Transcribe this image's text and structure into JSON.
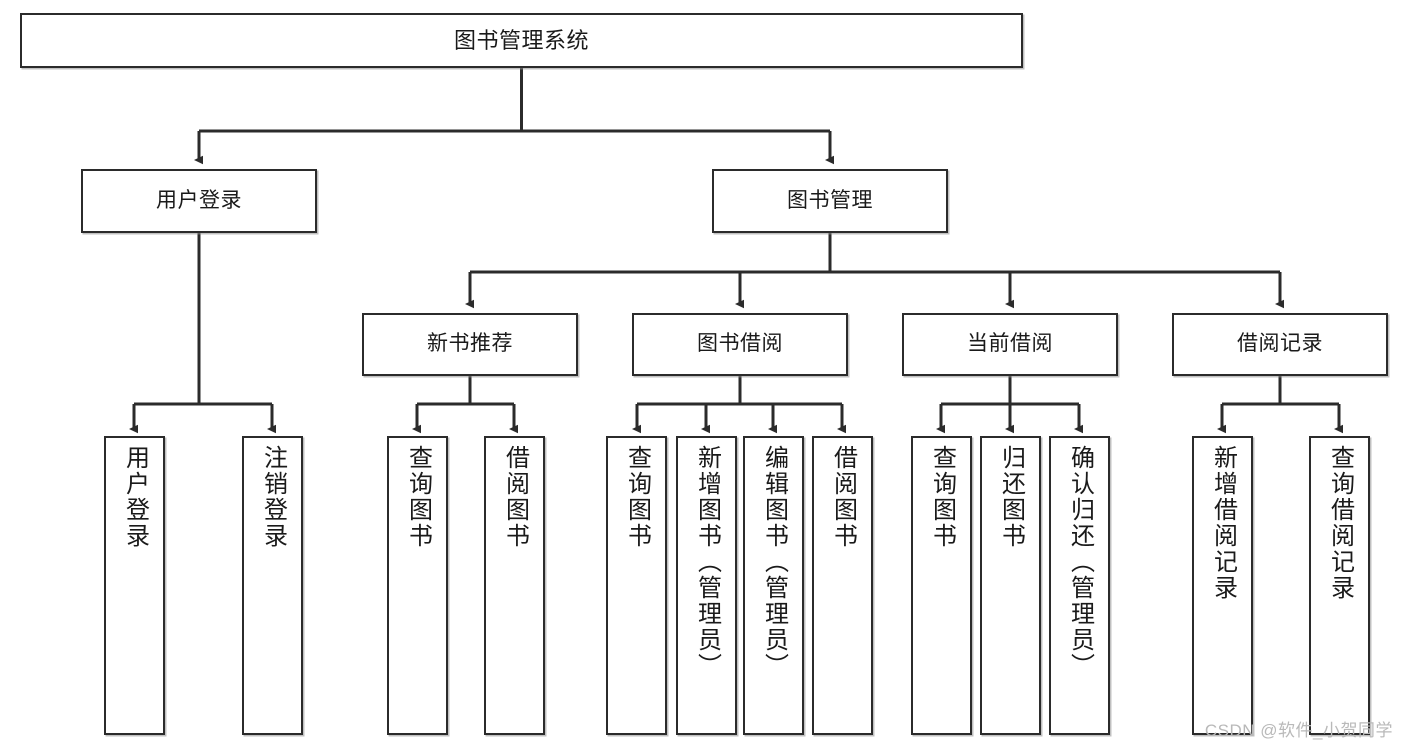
{
  "diagram": {
    "title": "图书管理系统",
    "type": "hierarchy-tree",
    "levels": 4,
    "root": {
      "label": "图书管理系统"
    },
    "level2": [
      {
        "label": "用户登录"
      },
      {
        "label": "图书管理"
      }
    ],
    "level3": [
      {
        "label": "新书推荐"
      },
      {
        "label": "图书借阅"
      },
      {
        "label": "当前借阅"
      },
      {
        "label": "借阅记录"
      }
    ],
    "leaves": {
      "user_login": [
        {
          "label": "用户登录"
        },
        {
          "label": "注销登录"
        }
      ],
      "new_book_recommend": [
        {
          "label": "查询图书"
        },
        {
          "label": "借阅图书"
        }
      ],
      "book_borrow": [
        {
          "label": "查询图书"
        },
        {
          "label": "新增图书（管理员）"
        },
        {
          "label": "编辑图书（管理员）"
        },
        {
          "label": "借阅图书"
        }
      ],
      "current_borrow": [
        {
          "label": "查询图书"
        },
        {
          "label": "归还图书"
        },
        {
          "label": "确认归还（管理员）"
        }
      ],
      "borrow_record": [
        {
          "label": "新增借阅记录"
        },
        {
          "label": "查询借阅记录"
        }
      ]
    }
  },
  "watermark": {
    "text": "CSDN @软件_小贺同学"
  },
  "colors": {
    "stroke": "#2b2b2b",
    "fill": "#ffffff",
    "text": "#1a1a1a",
    "watermark": "#b9b9b9"
  }
}
